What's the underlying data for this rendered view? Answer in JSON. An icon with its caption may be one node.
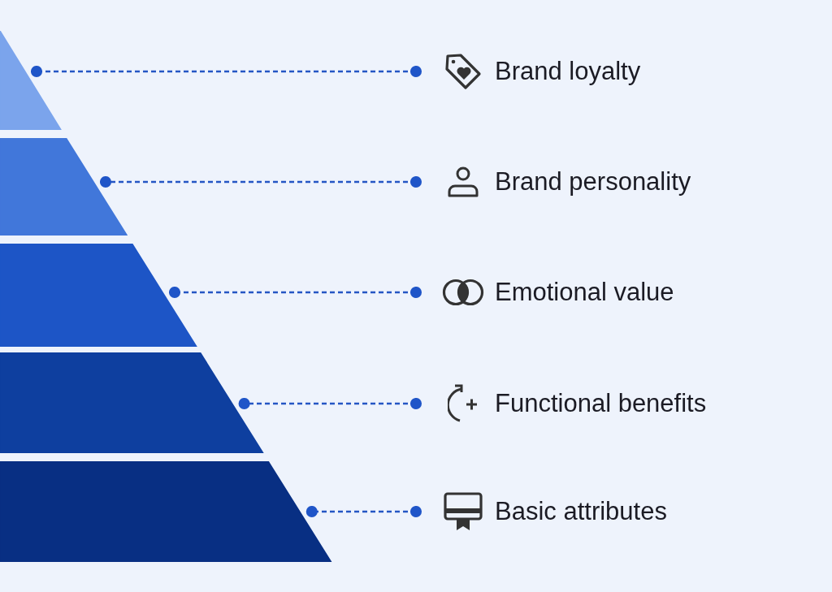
{
  "diagram": {
    "nodes": [
      {
        "text": [],
        "shape": "triangle"
      },
      {
        "text": [],
        "shape": "trapezoid"
      },
      {
        "text": [],
        "shape": "trapezoid"
      },
      {
        "text": [],
        "shape": "trapezoid"
      },
      {
        "text": [],
        "shape": "trapezoid"
      },
      {
        "text": [
          "Brand loyalty"
        ]
      },
      {
        "text": [
          "Brand personality"
        ]
      },
      {
        "text": [
          "Emotional value"
        ]
      },
      {
        "text": [
          "Functional benefits"
        ]
      },
      {
        "text": [
          "Basic attributes"
        ]
      }
    ],
    "edges": [
      {
        "from": 5,
        "to": 0,
        "arrow": "other"
      },
      {
        "from": 6,
        "to": 1,
        "arrow": "other"
      },
      {
        "from": 7,
        "to": 2,
        "arrow": "other"
      },
      {
        "from": 8,
        "to": 3,
        "arrow": "other"
      },
      {
        "from": 9,
        "to": 4,
        "arrow": "other"
      }
    ]
  }
}
